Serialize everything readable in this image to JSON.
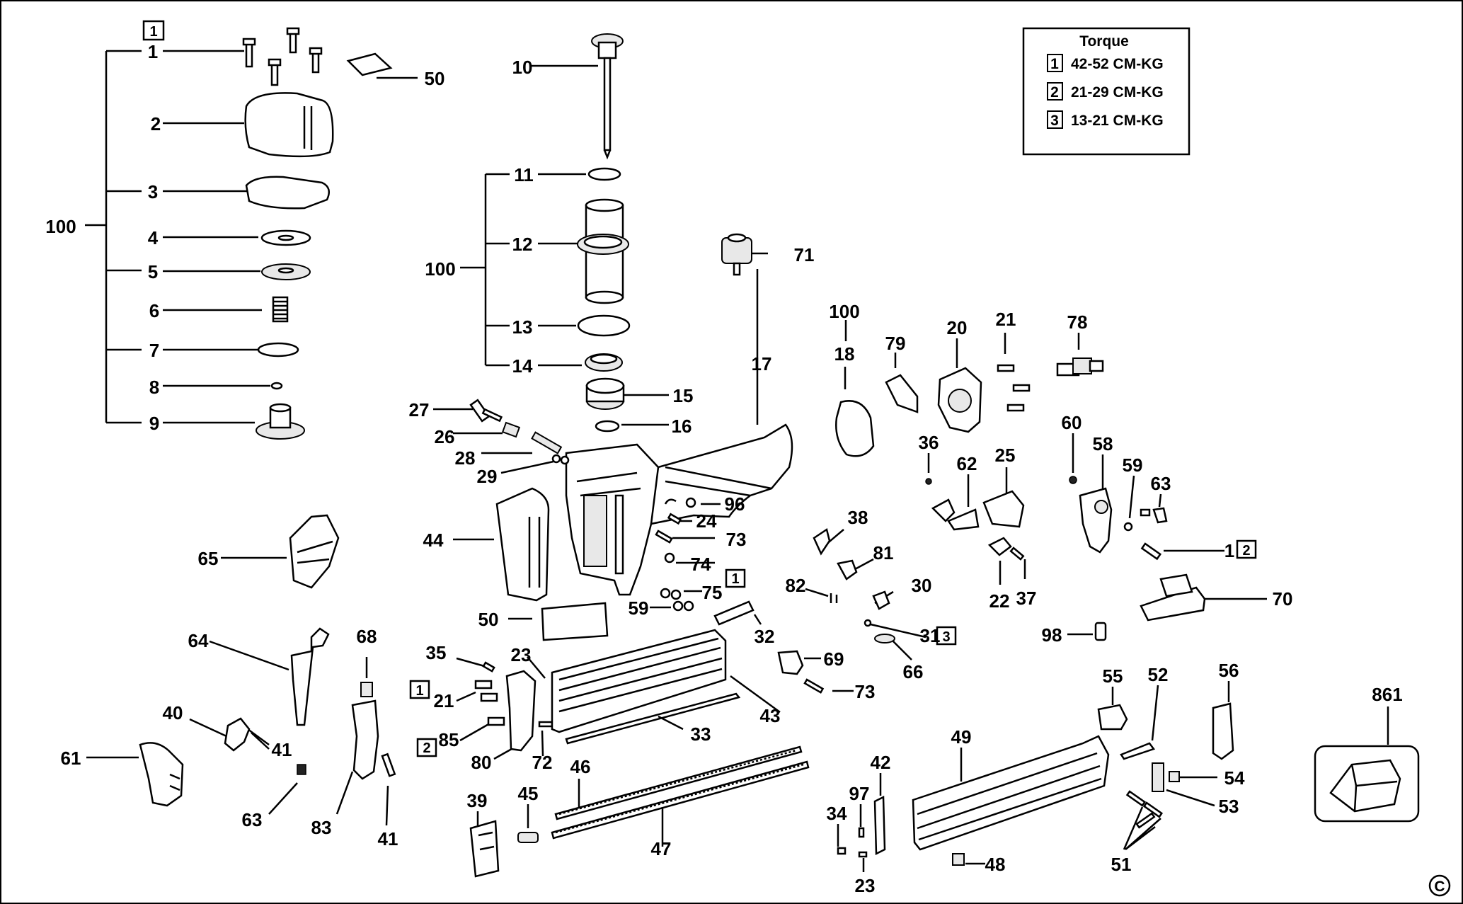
{
  "torque_table": {
    "title": "Torque",
    "rows": [
      {
        "key": "1",
        "value": "42-52 CM-KG"
      },
      {
        "key": "2",
        "value": "21-29 CM-KG"
      },
      {
        "key": "3",
        "value": "13-21 CM-KG"
      }
    ]
  },
  "corner_mark": "C",
  "labels": [
    {
      "id": "b1-top",
      "text": "1"
    },
    {
      "id": "p1",
      "text": "1"
    },
    {
      "id": "p2",
      "text": "2"
    },
    {
      "id": "p3",
      "text": "3"
    },
    {
      "id": "p4",
      "text": "4"
    },
    {
      "id": "p5",
      "text": "5"
    },
    {
      "id": "p6",
      "text": "6"
    },
    {
      "id": "p7",
      "text": "7"
    },
    {
      "id": "p8",
      "text": "8"
    },
    {
      "id": "p9",
      "text": "9"
    },
    {
      "id": "p100a",
      "text": "100"
    },
    {
      "id": "p50a",
      "text": "50"
    },
    {
      "id": "p10",
      "text": "10"
    },
    {
      "id": "p11",
      "text": "11"
    },
    {
      "id": "p12",
      "text": "12"
    },
    {
      "id": "p13",
      "text": "13"
    },
    {
      "id": "p14",
      "text": "14"
    },
    {
      "id": "p100b",
      "text": "100"
    },
    {
      "id": "p15",
      "text": "15"
    },
    {
      "id": "p16",
      "text": "16"
    },
    {
      "id": "p17",
      "text": "17"
    },
    {
      "id": "p71",
      "text": "71"
    },
    {
      "id": "p100c",
      "text": "100"
    },
    {
      "id": "p18",
      "text": "18"
    },
    {
      "id": "p79",
      "text": "79"
    },
    {
      "id": "p20",
      "text": "20"
    },
    {
      "id": "p21a",
      "text": "21"
    },
    {
      "id": "p78",
      "text": "78"
    },
    {
      "id": "p27",
      "text": "27"
    },
    {
      "id": "p26",
      "text": "26"
    },
    {
      "id": "p28",
      "text": "28"
    },
    {
      "id": "p29",
      "text": "29"
    },
    {
      "id": "p96",
      "text": "96"
    },
    {
      "id": "p24",
      "text": "24"
    },
    {
      "id": "p73a",
      "text": "73"
    },
    {
      "id": "p74",
      "text": "74"
    },
    {
      "id": "p75",
      "text": "75"
    },
    {
      "id": "b1-75",
      "text": "1"
    },
    {
      "id": "p59a",
      "text": "59"
    },
    {
      "id": "p44",
      "text": "44"
    },
    {
      "id": "p50b",
      "text": "50"
    },
    {
      "id": "p65",
      "text": "65"
    },
    {
      "id": "p64",
      "text": "64"
    },
    {
      "id": "p68",
      "text": "68"
    },
    {
      "id": "p40",
      "text": "40"
    },
    {
      "id": "p41a",
      "text": "41"
    },
    {
      "id": "p61",
      "text": "61"
    },
    {
      "id": "p63a",
      "text": "63"
    },
    {
      "id": "p83",
      "text": "83"
    },
    {
      "id": "p41b",
      "text": "41"
    },
    {
      "id": "p35",
      "text": "35"
    },
    {
      "id": "p23a",
      "text": "23"
    },
    {
      "id": "b1-21",
      "text": "1"
    },
    {
      "id": "p21b",
      "text": "21"
    },
    {
      "id": "b2-85",
      "text": "2"
    },
    {
      "id": "p85",
      "text": "85"
    },
    {
      "id": "p80",
      "text": "80"
    },
    {
      "id": "p72",
      "text": "72"
    },
    {
      "id": "p33",
      "text": "33"
    },
    {
      "id": "p43",
      "text": "43"
    },
    {
      "id": "p32",
      "text": "32"
    },
    {
      "id": "p69",
      "text": "69"
    },
    {
      "id": "p73b",
      "text": "73"
    },
    {
      "id": "p46",
      "text": "46"
    },
    {
      "id": "p39",
      "text": "39"
    },
    {
      "id": "p45",
      "text": "45"
    },
    {
      "id": "p47",
      "text": "47"
    },
    {
      "id": "p38",
      "text": "38"
    },
    {
      "id": "p81",
      "text": "81"
    },
    {
      "id": "p82",
      "text": "82"
    },
    {
      "id": "p30",
      "text": "30"
    },
    {
      "id": "p31",
      "text": "31"
    },
    {
      "id": "b3-31",
      "text": "3"
    },
    {
      "id": "p66",
      "text": "66"
    },
    {
      "id": "p36",
      "text": "36"
    },
    {
      "id": "p62",
      "text": "62"
    },
    {
      "id": "p25",
      "text": "25"
    },
    {
      "id": "p22",
      "text": "22"
    },
    {
      "id": "p37",
      "text": "37"
    },
    {
      "id": "p60",
      "text": "60"
    },
    {
      "id": "p58",
      "text": "58"
    },
    {
      "id": "p59b",
      "text": "59"
    },
    {
      "id": "p63b",
      "text": "63"
    },
    {
      "id": "p1b",
      "text": "1"
    },
    {
      "id": "b2-1",
      "text": "2"
    },
    {
      "id": "p70",
      "text": "70"
    },
    {
      "id": "p98",
      "text": "98"
    },
    {
      "id": "p55",
      "text": "55"
    },
    {
      "id": "p52",
      "text": "52"
    },
    {
      "id": "p56",
      "text": "56"
    },
    {
      "id": "p49",
      "text": "49"
    },
    {
      "id": "p54",
      "text": "54"
    },
    {
      "id": "p53",
      "text": "53"
    },
    {
      "id": "p51",
      "text": "51"
    },
    {
      "id": "p48",
      "text": "48"
    },
    {
      "id": "p42",
      "text": "42"
    },
    {
      "id": "p97",
      "text": "97"
    },
    {
      "id": "p34",
      "text": "34"
    },
    {
      "id": "p23b",
      "text": "23"
    },
    {
      "id": "p861",
      "text": "861"
    }
  ]
}
